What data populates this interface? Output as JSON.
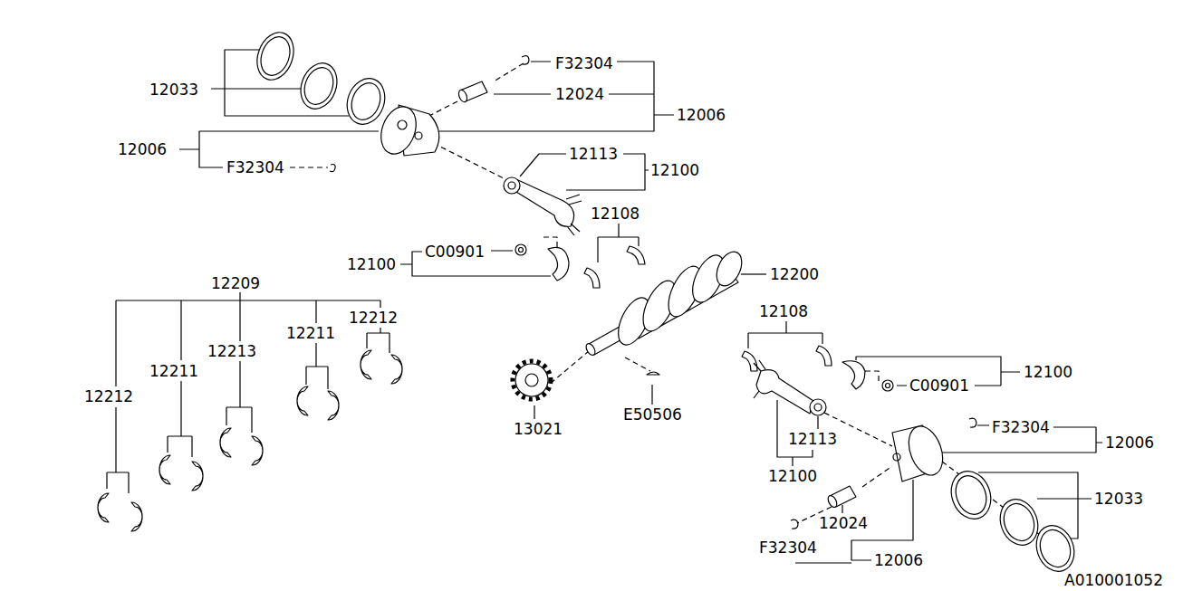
{
  "diagram": {
    "labels": [
      "F32304",
      "12033",
      "12024",
      "12006",
      "12006",
      "F32304",
      "12113",
      "12100",
      "12108",
      "C00901",
      "12100",
      "12200",
      "12209",
      "12212",
      "12211",
      "12213",
      "12211",
      "12212",
      "12108",
      "12100",
      "C00901",
      "E50506",
      "13021",
      "12113",
      "12100",
      "F32304",
      "12006",
      "12033",
      "12024",
      "F32304",
      "12006",
      "A010001052"
    ]
  }
}
